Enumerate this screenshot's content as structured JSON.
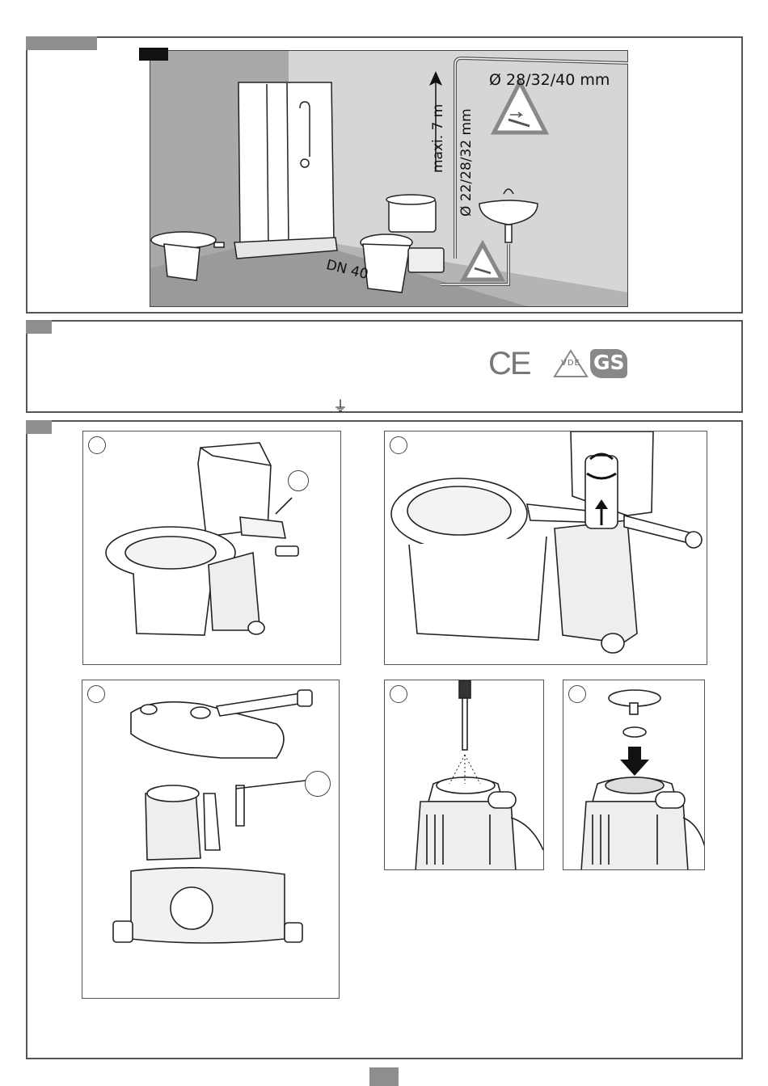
{
  "installation_diagram": {
    "height_label": "maxi. 7 m",
    "discharge_pipe_label": "Ø 28/32/40 mm",
    "vertical_pipe_label": "Ø 22/28/32 mm",
    "drain_label": "DN 40"
  },
  "certifications": {
    "ce_mark": "CE",
    "vde_mark": "VDE",
    "gs_mark": "GS",
    "ground_symbol": "⏚"
  },
  "icons": {
    "warning-slope": "warning-triangle-icon",
    "arrow-down": "arrow-down-icon",
    "rotate": "rotate-icon",
    "arrow-up": "arrow-up-icon"
  }
}
